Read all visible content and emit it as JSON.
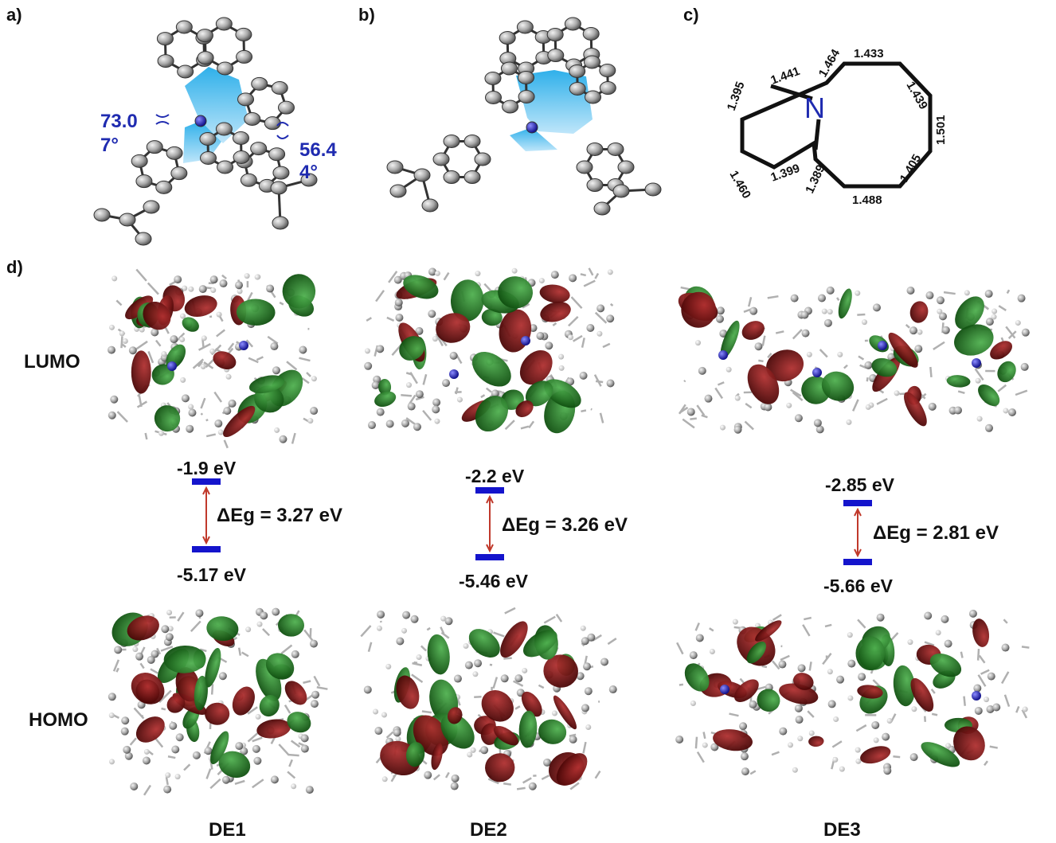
{
  "panels": {
    "a": "a)",
    "b": "b)",
    "c": "c)",
    "d": "d)"
  },
  "crystal_a": {
    "angle1_value": "73.0",
    "angle1_unit": "7°",
    "angle2_value": "56.4",
    "angle2_unit": "4°"
  },
  "ring_c": {
    "n_label": "N",
    "bonds": [
      "1.441",
      "1.464",
      "1.433",
      "1.439",
      "1.501",
      "1.405",
      "1.488",
      "1.389",
      "1.399",
      "1.460",
      "1.395"
    ]
  },
  "orbital_labels": {
    "lumo": "LUMO",
    "homo": "HOMO"
  },
  "molecules": [
    {
      "name": "DE1",
      "lumo": "-1.9 eV",
      "homo": "-5.17 eV",
      "gap": "ΔEg = 3.27 eV"
    },
    {
      "name": "DE2",
      "lumo": "-2.2 eV",
      "homo": "-5.46 eV",
      "gap": "ΔEg = 3.26 eV"
    },
    {
      "name": "DE3",
      "lumo": "-2.85 eV",
      "homo": "-5.66 eV",
      "gap": "ΔEg = 2.81 eV"
    }
  ],
  "colors": {
    "level_bar": "#1414cc",
    "gap_arrow": "#c0392b",
    "nitrogen": "#1f2bb0",
    "carbon": "#9a9a9a",
    "orbital_positive": "#1f7a1f",
    "orbital_negative": "#7a1010",
    "ring_highlight": "#33b3ea"
  }
}
